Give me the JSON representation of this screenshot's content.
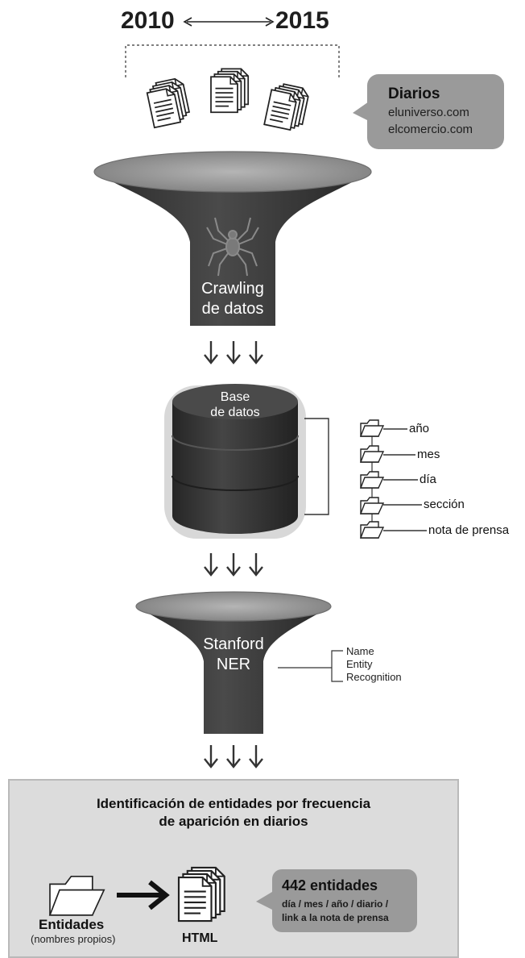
{
  "timeline": {
    "start_year": "2010",
    "end_year": "2015"
  },
  "sources": {
    "title": "Diarios",
    "items": [
      "eluniverso.com",
      "elcomercio.com"
    ]
  },
  "crawler": {
    "label_line1": "Crawling",
    "label_line2": "de datos"
  },
  "database": {
    "label_line1": "Base",
    "label_line2": "de datos"
  },
  "folders": [
    "año",
    "mes",
    "día",
    "sección",
    "nota de prensa"
  ],
  "ner": {
    "label_line1": "Stanford",
    "label_line2": "NER",
    "expansion": [
      "Name",
      "Entity",
      "Recognition"
    ]
  },
  "output": {
    "title_line1": "Identificación de entidades por frecuencia",
    "title_line2": "de aparición en diarios",
    "entities_label": "Entidades",
    "entities_sublabel": "(nombres propios)",
    "html_label": "HTML",
    "count_title": "442 entidades",
    "count_line1": "día / mes / año / diario /",
    "count_line2": "link a la nota de prensa"
  },
  "colors": {
    "funnel_dark": "#3a3a3a",
    "funnel_rim": "#8f8f8f",
    "callout": "#9a9a9a",
    "panel": "#dcdcdc"
  }
}
